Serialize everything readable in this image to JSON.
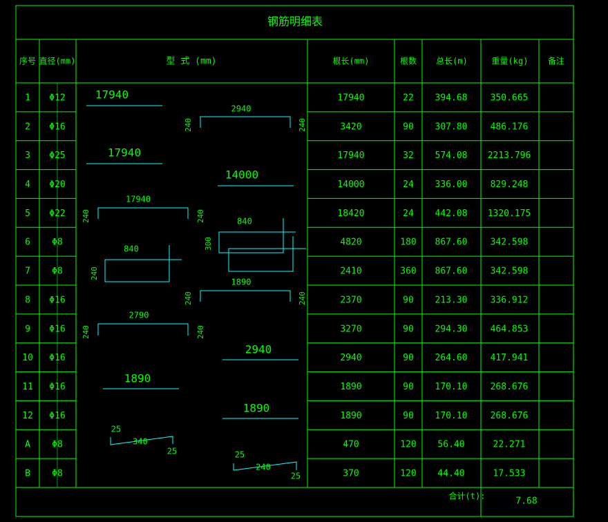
{
  "title": "钢筋明细表",
  "headers": {
    "no": "序号",
    "dia": "直径(mm)",
    "shape": "型 式 (mm)",
    "single_len": "根长(mm)",
    "count": "根数",
    "total_len": "总长(m)",
    "weight": "重量(kg)",
    "remark": "备注"
  },
  "rows": [
    {
      "no": "1",
      "dia": "Φ12",
      "single_len": "17940",
      "count": "22",
      "total_len": "394.68",
      "weight": "350.665",
      "remark": ""
    },
    {
      "no": "2",
      "dia": "Φ16",
      "single_len": "3420",
      "count": "90",
      "total_len": "307.80",
      "weight": "486.176",
      "remark": ""
    },
    {
      "no": "3",
      "dia": "Φ25",
      "single_len": "17940",
      "count": "32",
      "total_len": "574.08",
      "weight": "2213.796",
      "remark": ""
    },
    {
      "no": "4",
      "dia": "Φ20",
      "single_len": "14000",
      "count": "24",
      "total_len": "336.00",
      "weight": "829.248",
      "remark": ""
    },
    {
      "no": "5",
      "dia": "Φ22",
      "single_len": "18420",
      "count": "24",
      "total_len": "442.08",
      "weight": "1320.175",
      "remark": ""
    },
    {
      "no": "6",
      "dia": "Φ8",
      "single_len": "4820",
      "count": "180",
      "total_len": "867.60",
      "weight": "342.598",
      "remark": ""
    },
    {
      "no": "7",
      "dia": "Φ8",
      "single_len": "2410",
      "count": "360",
      "total_len": "867.60",
      "weight": "342.598",
      "remark": ""
    },
    {
      "no": "8",
      "dia": "Φ16",
      "single_len": "2370",
      "count": "90",
      "total_len": "213.30",
      "weight": "336.912",
      "remark": ""
    },
    {
      "no": "9",
      "dia": "Φ16",
      "single_len": "3270",
      "count": "90",
      "total_len": "294.30",
      "weight": "464.853",
      "remark": ""
    },
    {
      "no": "10",
      "dia": "Φ16",
      "single_len": "2940",
      "count": "90",
      "total_len": "264.60",
      "weight": "417.941",
      "remark": ""
    },
    {
      "no": "11",
      "dia": "Φ16",
      "single_len": "1890",
      "count": "90",
      "total_len": "170.10",
      "weight": "268.676",
      "remark": ""
    },
    {
      "no": "12",
      "dia": "Φ16",
      "single_len": "1890",
      "count": "90",
      "total_len": "170.10",
      "weight": "268.676",
      "remark": ""
    },
    {
      "no": "A",
      "dia": "Φ8",
      "single_len": "470",
      "count": "120",
      "total_len": "56.40",
      "weight": "22.271",
      "remark": ""
    },
    {
      "no": "B",
      "dia": "Φ8",
      "single_len": "370",
      "count": "120",
      "total_len": "44.40",
      "weight": "17.533",
      "remark": ""
    }
  ],
  "total": {
    "label": "合计(t):",
    "value": "7.68"
  },
  "shape_labels": {
    "s1": "17940",
    "s2_len": "2940",
    "s2_left": "240",
    "s2_right": "240",
    "s3": "17940",
    "s4": "14000",
    "s5_len": "17940",
    "s5_left": "240",
    "s5_right": "240",
    "s6_len": "840",
    "s6_h": "300",
    "s7_len": "840",
    "s7_h": "240",
    "s8_len": "1890",
    "s8_left": "240",
    "s8_right": "240",
    "s9_len": "2790",
    "s9_left": "240",
    "s9_right": "240",
    "s10": "2940",
    "s11": "1890",
    "s12": "1890",
    "sA_hook1": "25",
    "sA_len": "340",
    "sA_hook2": "25",
    "sB_hook1": "25",
    "sB_len": "240",
    "sB_hook2": "25"
  }
}
